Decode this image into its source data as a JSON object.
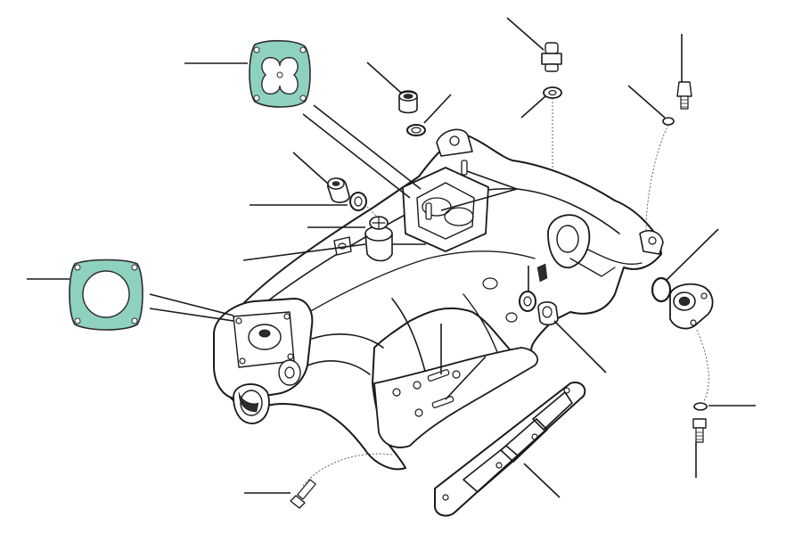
{
  "diagram": {
    "subject": "inlet-manifold-exploded-view",
    "colors": {
      "ink": "#1a1a1a",
      "gasket_fill": "#8fd1c0",
      "gasket_stroke": "#2a2a2a",
      "background": "#ffffff"
    },
    "parts": [
      {
        "id": "carburettor-gasket",
        "highlighted": true
      },
      {
        "id": "thermostat-gasket",
        "highlighted": true
      },
      {
        "id": "inlet-manifold",
        "highlighted": false
      },
      {
        "id": "manifold-to-head-gasket",
        "highlighted": false
      },
      {
        "id": "water-outlet-elbow",
        "highlighted": false
      },
      {
        "id": "o-ring",
        "highlighted": false
      },
      {
        "id": "union-adaptor",
        "highlighted": false
      },
      {
        "id": "sealing-washer",
        "highlighted": false
      },
      {
        "id": "blanking-plug",
        "highlighted": false
      },
      {
        "id": "plug-washer",
        "highlighted": false
      },
      {
        "id": "carburettor-studs",
        "highlighted": false
      },
      {
        "id": "manifold-studs",
        "highlighted": false
      },
      {
        "id": "heater-union",
        "highlighted": false
      },
      {
        "id": "bolt",
        "highlighted": false
      },
      {
        "id": "spring-washer",
        "highlighted": false
      },
      {
        "id": "setscrew",
        "highlighted": false
      },
      {
        "id": "drain-plug",
        "highlighted": false
      }
    ]
  }
}
